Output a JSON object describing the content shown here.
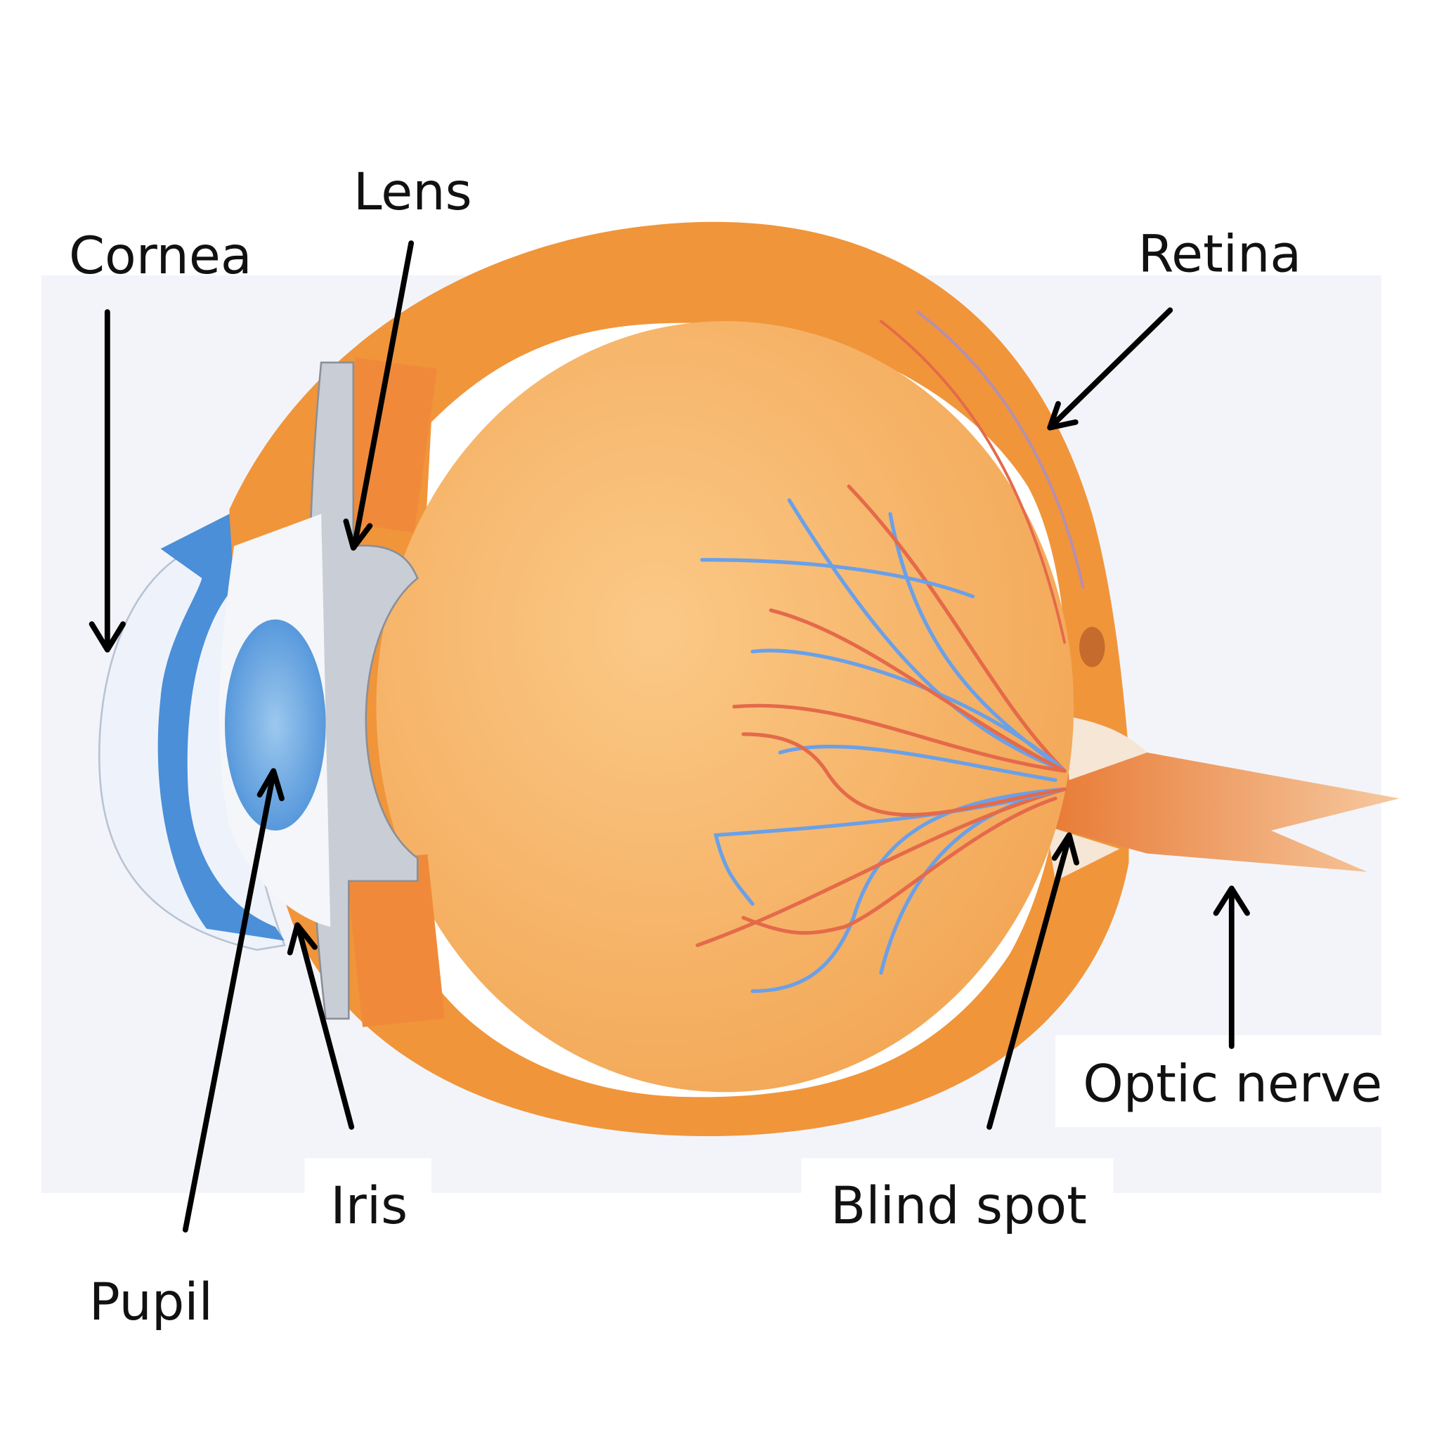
{
  "labels": {
    "cornea": "Cornea",
    "lens": "Lens",
    "retina": "Retina",
    "optic_nerve": "Optic nerve",
    "blind_spot": "Blind spot",
    "iris": "Iris",
    "pupil": "Pupil"
  },
  "colors": {
    "sclera": "#f0953a",
    "vitreous": "#f7b566",
    "iris": "#4a8fd8",
    "vein": "#6aa0e8",
    "artery": "#e46a4a"
  }
}
